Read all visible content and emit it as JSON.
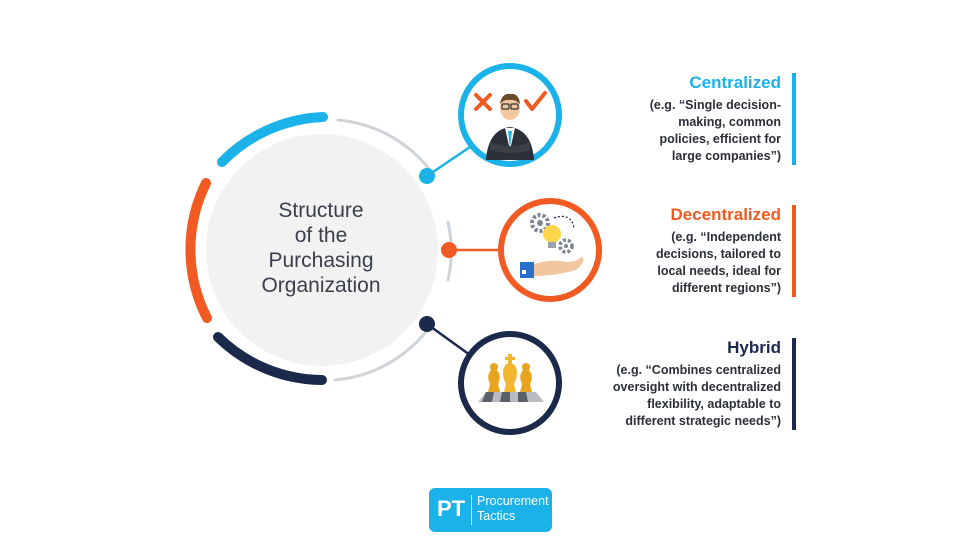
{
  "center": {
    "lines": [
      "Structure",
      "of the",
      "Purchasing",
      "Organization"
    ]
  },
  "items": [
    {
      "title": "Centralized",
      "desc_lines": [
        "(e.g. “Single decision-",
        "making, common",
        "policies, efficient for",
        "large companies”)"
      ],
      "color": "#1ab2e8",
      "icon": "businessman-icon"
    },
    {
      "title": "Decentralized",
      "desc_lines": [
        "(e.g. “Independent",
        "decisions, tailored to",
        "local needs, ideal for",
        "different regions”)"
      ],
      "color": "#f15a22",
      "icon": "idea-hand-icon"
    },
    {
      "title": "Hybrid",
      "desc_lines": [
        "(e.g. “Combines centralized",
        "oversight with decentralized",
        "flexibility, adaptable to",
        "different strategic needs”)"
      ],
      "color": "#1b2a4a",
      "icon": "chess-icon"
    }
  ],
  "logo": {
    "mark": "PT",
    "name_lines": [
      "Procurement",
      "Tactics"
    ]
  },
  "colors": {
    "blue": "#1ab2e8",
    "orange": "#f15a22",
    "navy": "#1b2a4a",
    "gray": "#cfd3d8",
    "center_fill": "#f2f2f2"
  }
}
